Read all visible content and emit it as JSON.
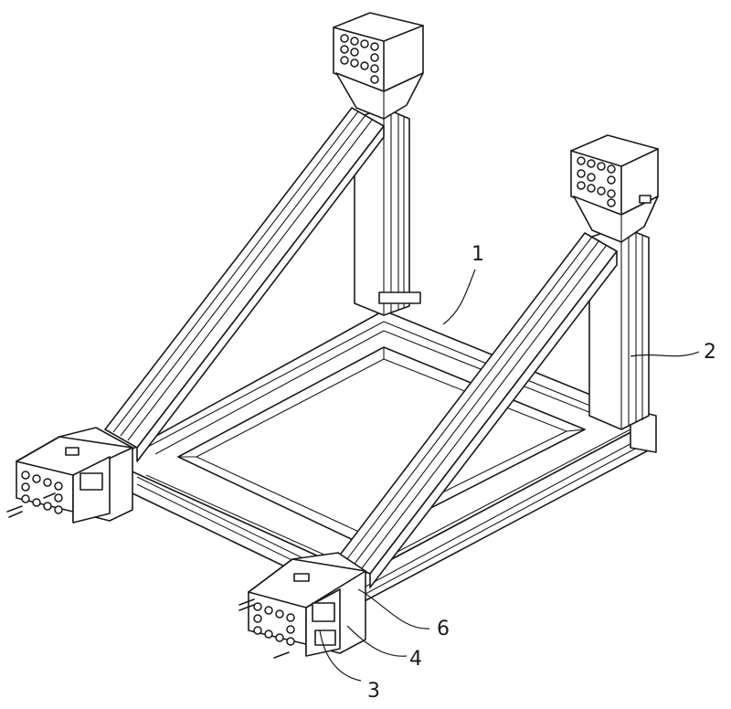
{
  "figure": {
    "labels": [
      {
        "id": "1",
        "text": "1"
      },
      {
        "id": "2",
        "text": "2"
      },
      {
        "id": "3",
        "text": "3"
      },
      {
        "id": "4",
        "text": "4"
      },
      {
        "id": "6",
        "text": "6"
      }
    ]
  }
}
